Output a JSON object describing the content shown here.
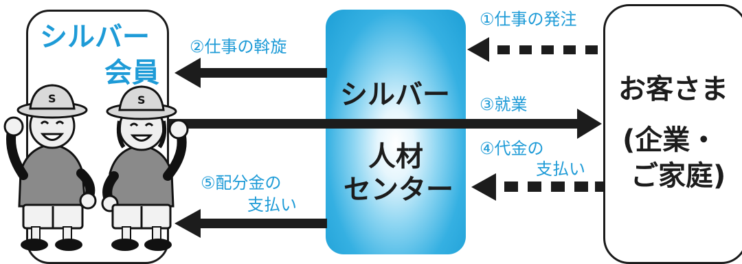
{
  "members": {
    "line1": "シルバー",
    "line2": "会員"
  },
  "center": {
    "line1": "シルバー",
    "line2": "人材",
    "line3": "センター"
  },
  "client": {
    "line1": "お客さま",
    "line2": "(企業・",
    "line3": "ご家庭)"
  },
  "flows": {
    "order": "①仕事の発注",
    "arrange": "②仕事の斡旋",
    "work": "③就業",
    "payment_line1": "④代金の",
    "payment_line2": "支払い",
    "distribution_line1": "⑤配分金の",
    "distribution_line2": "支払い"
  },
  "hat_mark": "S",
  "colors": {
    "accent": "#1e9bd7",
    "arrow": "#1c1c1c",
    "center_edge": "#1d9fd6"
  }
}
